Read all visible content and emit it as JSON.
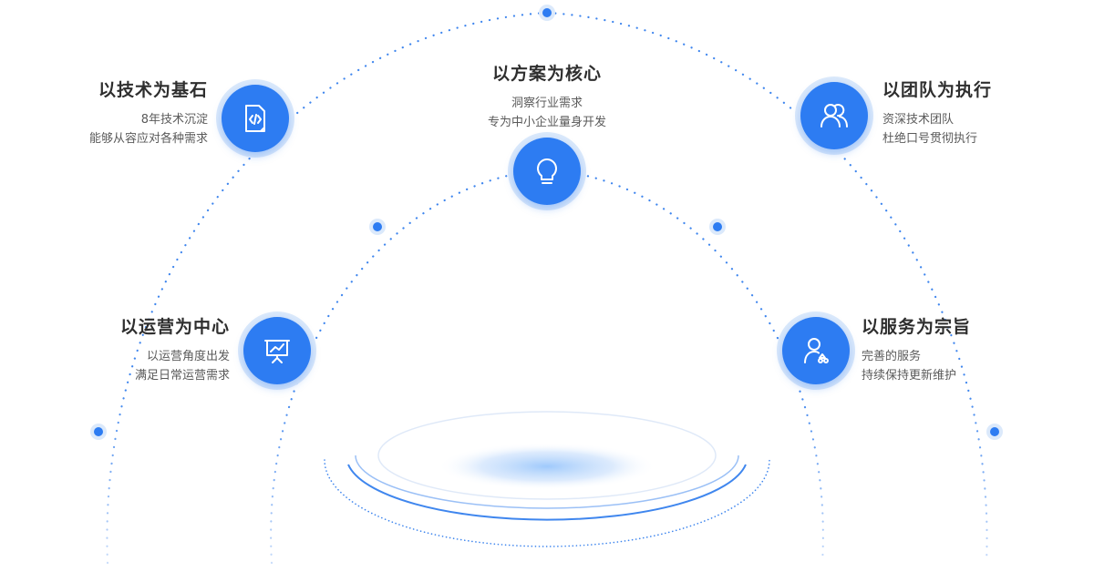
{
  "colors": {
    "accent": "#2d7cf2",
    "ring": "#dbe9fb",
    "dots": "#3f86ee"
  },
  "items": [
    {
      "title": "以技术为基石",
      "line1": "8年技术沉淀",
      "line2": "能够从容应对各种需求",
      "icon": "code-file-icon"
    },
    {
      "title": "以方案为核心",
      "line1": "洞察行业需求",
      "line2": "专为中小企业量身开发",
      "icon": "lightbulb-icon"
    },
    {
      "title": "以团队为执行",
      "line1": "资深技术团队",
      "line2": "杜绝口号贯彻执行",
      "icon": "team-users-icon"
    },
    {
      "title": "以运营为中心",
      "line1": "以运营角度出发",
      "line2": "满足日常运营需求",
      "icon": "presentation-chart-icon"
    },
    {
      "title": "以服务为宗旨",
      "line1": "完善的服务",
      "line2": "持续保持更新维护",
      "icon": "user-service-icon"
    }
  ]
}
